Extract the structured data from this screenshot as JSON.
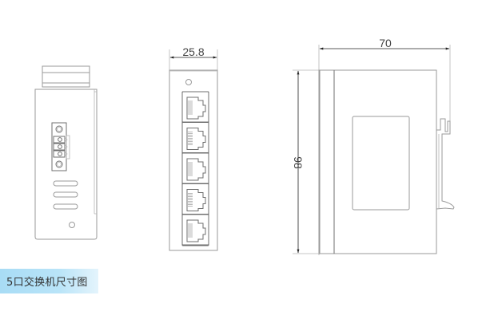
{
  "figure": {
    "caption": "5口交换机尺寸图",
    "caption_gradient": [
      "#a8dcf5",
      "#e4f4fc"
    ],
    "line_color": "#9a9a9a",
    "text_color": "#444444"
  },
  "views": {
    "left_view": {
      "label": "power-terminal-side",
      "terminal_pins": 3,
      "vent_slots": 3
    },
    "front_view": {
      "label": "rj45-port-face",
      "width_dimension": "25.8",
      "ports": [
        "port-1",
        "port-2",
        "port-3",
        "port-4",
        "port-5"
      ],
      "port_count": 5
    },
    "side_view": {
      "label": "din-rail-side",
      "depth_dimension": "70",
      "height_dimension": "98"
    }
  },
  "dimensions": {
    "width": "25.8",
    "depth": "70",
    "height": "98"
  }
}
